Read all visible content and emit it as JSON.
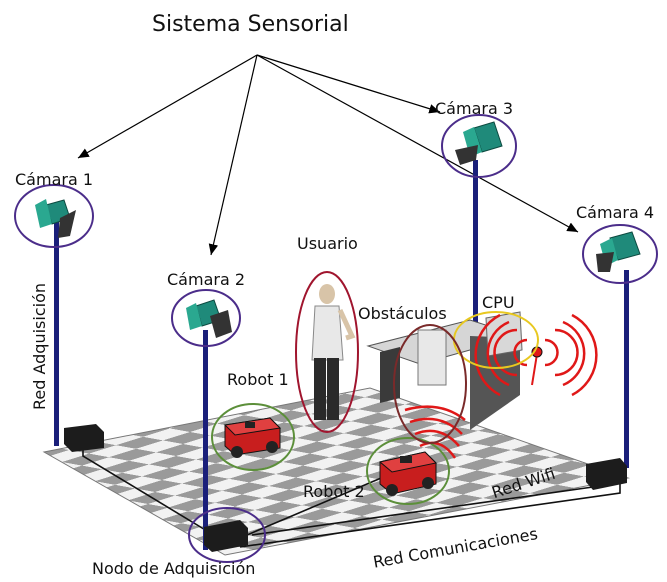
{
  "title": "Sistema Sensorial",
  "cameras": [
    {
      "label": "Cámara 1"
    },
    {
      "label": "Cámara 2"
    },
    {
      "label": "Cámara 3"
    },
    {
      "label": "Cámara 4"
    }
  ],
  "labels": {
    "user": "Usuario",
    "obstacles": "Obstáculos",
    "cpu": "CPU",
    "robot1": "Robot 1",
    "robot2": "Robot 2",
    "wifi": "Red Wifi",
    "acquisition_net": "Red Adquisición",
    "acquisition_node": "Nodo de Adquisición",
    "comm_net": "Red Comunicaciones"
  },
  "colors": {
    "pole": "#1a1f7a",
    "camera": "#1f8a7a",
    "camera_ring": "#4b2d8a",
    "user_ring": "#a0152e",
    "robot_ring": "#5c8f3a",
    "cpu_ring": "#e8c820",
    "obstacle_ring": "#7a2a2a",
    "wifi": "#e01818",
    "robot_body": "#c81e1e"
  }
}
